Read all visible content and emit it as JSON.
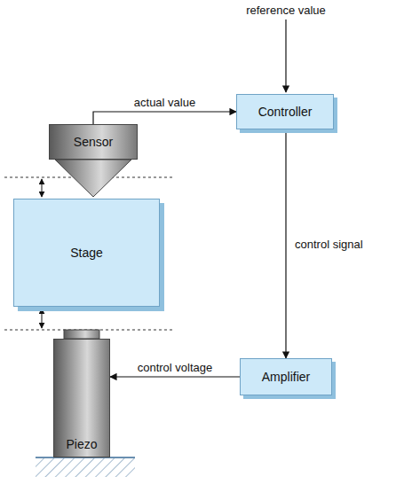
{
  "diagram": {
    "nodes": [
      {
        "text": [
          "Controller"
        ]
      },
      {
        "text": [
          "Sensor"
        ]
      },
      {
        "text": [
          "Stage"
        ]
      },
      {
        "text": [
          "Amplifier"
        ]
      },
      {
        "text": [
          "Piezo"
        ]
      }
    ],
    "edges": [
      {
        "from": 1,
        "to": 0,
        "label": "actual value",
        "arrow": "to"
      },
      {
        "from": 0,
        "to": 3,
        "label": "control signal",
        "arrow": "to"
      },
      {
        "from": 3,
        "to": 4,
        "label": "control voltage",
        "arrow": "to"
      }
    ],
    "labels": [
      "reference value"
    ]
  }
}
